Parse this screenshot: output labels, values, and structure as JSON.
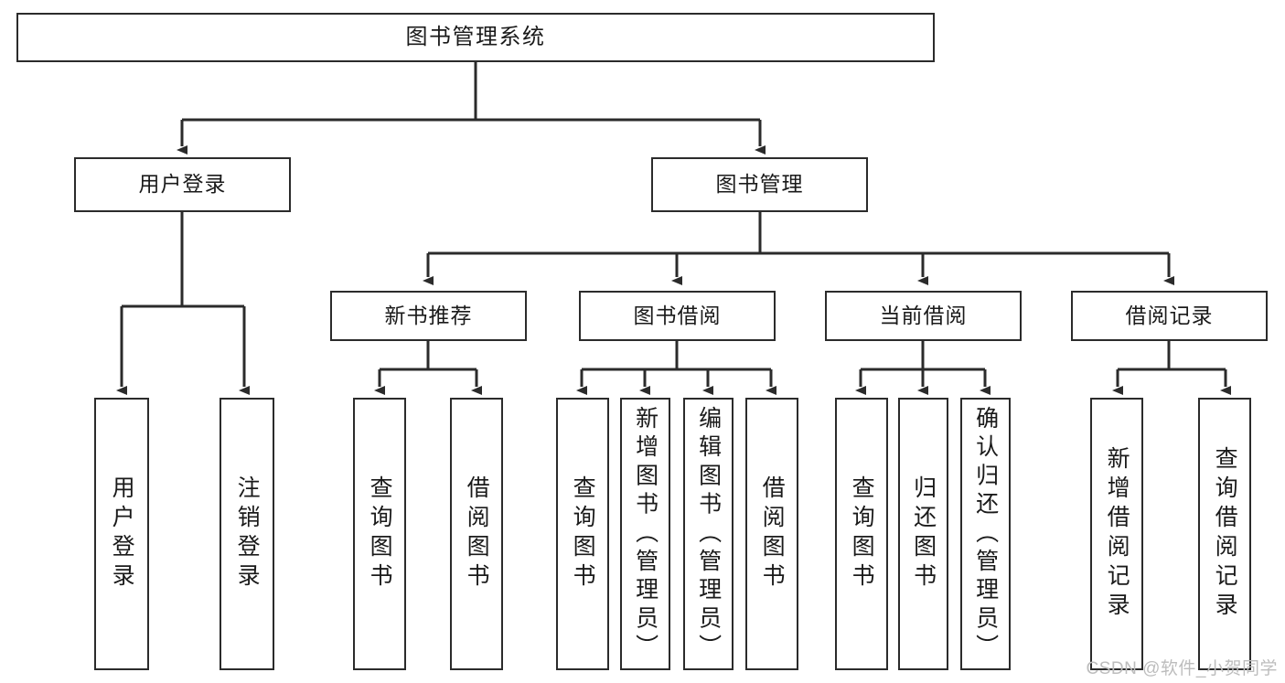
{
  "diagram": {
    "title": "图书管理系统",
    "type": "tree-hierarchy",
    "orientation": "top-down",
    "colors": {
      "background": "#ffffff",
      "box_border": "#2b2b2b",
      "box_fill": "#ffffff",
      "text": "#1a1a1a",
      "connector": "#2b2b2b",
      "watermark": "#bdbdbd"
    }
  },
  "root": {
    "label": "图书管理系统"
  },
  "level2": [
    {
      "label": "用户登录"
    },
    {
      "label": "图书管理"
    }
  ],
  "level3": [
    {
      "label": "新书推荐"
    },
    {
      "label": "图书借阅"
    },
    {
      "label": "当前借阅"
    },
    {
      "label": "借阅记录"
    }
  ],
  "leaves": {
    "user_login": [
      {
        "label": "用户登录"
      },
      {
        "label": "注销登录"
      }
    ],
    "new_book_recommend": [
      {
        "label": "查询图书"
      },
      {
        "label": "借阅图书"
      }
    ],
    "book_borrow": [
      {
        "label": "查询图书"
      },
      {
        "label": "新增图书（管理员）"
      },
      {
        "label": "编辑图书（管理员）"
      },
      {
        "label": "借阅图书"
      }
    ],
    "current_borrow": [
      {
        "label": "查询图书"
      },
      {
        "label": "归还图书"
      },
      {
        "label": "确认归还（管理员）"
      }
    ],
    "borrow_record": [
      {
        "label": "新增借阅记录"
      },
      {
        "label": "查询借阅记录"
      }
    ]
  },
  "watermark": {
    "text": "CSDN @软件_小贺同学"
  }
}
